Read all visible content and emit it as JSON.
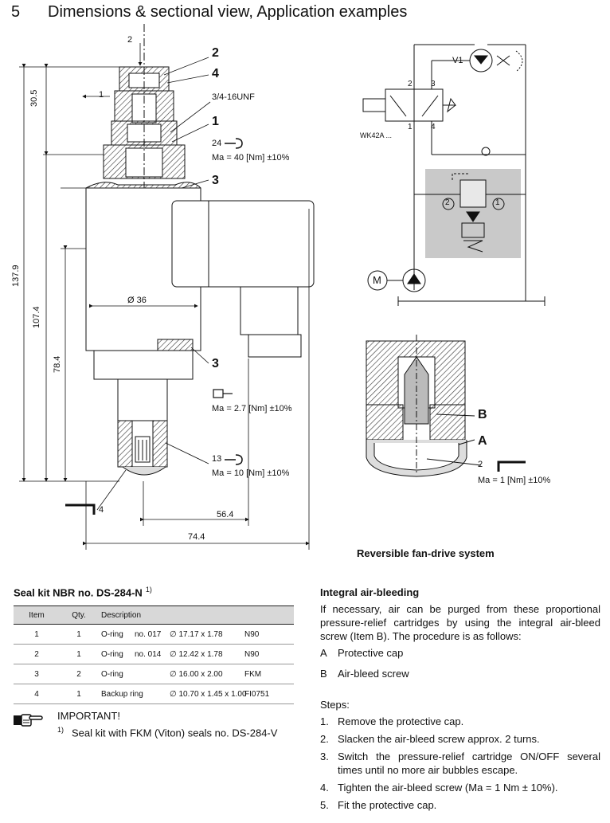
{
  "header": {
    "section_number": "5",
    "title": "Dimensions & sectional view, Application examples"
  },
  "drawing": {
    "port_top": "2",
    "port_side": "1",
    "item2": "2",
    "item4": "4",
    "thread": "3/4-16UNF",
    "item1": "1",
    "wrench_top": "24",
    "torque_top": "Ma = 40 [Nm] ±10%",
    "item3_top": "3",
    "dia": "Ø 36",
    "item3_bottom": "3",
    "torque_mid": "Ma = 2.7 [Nm] ±10%",
    "wrench_bottom": "13",
    "torque_bottom": "Ma = 10 [Nm] ±10%",
    "hex_key": "4",
    "dim_30_5": "30.5",
    "dim_137_9": "137.9",
    "dim_107_4": "107.4",
    "dim_78_4": "78.4",
    "dim_56_4": "56.4",
    "dim_74_4": "74.4"
  },
  "schematic": {
    "valve": "V1",
    "p2": "2",
    "p3": "3",
    "p1": "1",
    "p4": "4",
    "ref": "WK42A ...",
    "circ2": "2",
    "circ1": "1",
    "motor": "M"
  },
  "detail": {
    "labelB": "B",
    "labelA": "A",
    "item2": "2",
    "torque": "Ma = 1 [Nm] ±10%"
  },
  "caption": "Reversible fan-drive system",
  "seal_kit": {
    "title": "Seal kit NBR no. DS-284-N",
    "footnote_mark": "1)",
    "headers": [
      "Item",
      "Qty.",
      "Description"
    ],
    "rows": [
      {
        "item": "1",
        "qty": "1",
        "desc": "O-ring",
        "no": "no. 017",
        "size": "∅ 17.17 x 1.78",
        "mat": "N90"
      },
      {
        "item": "2",
        "qty": "1",
        "desc": "O-ring",
        "no": "no. 014",
        "size": "∅ 12.42 x 1.78",
        "mat": "N90"
      },
      {
        "item": "3",
        "qty": "2",
        "desc": "O-ring",
        "no": "",
        "size": "∅ 16.00 x 2.00",
        "mat": "FKM"
      },
      {
        "item": "4",
        "qty": "1",
        "desc": "Backup ring",
        "no": "",
        "size": "∅ 10.70 x 1.45 x 1.00",
        "mat": "FI0751"
      }
    ]
  },
  "important": {
    "title": "IMPORTANT!",
    "note_mark": "1)",
    "note": "Seal kit with FKM (Viton) seals no. DS-284-V"
  },
  "air_bleeding": {
    "title": "Integral air-bleeding",
    "paragraph": "If necessary, air can be purged from these proportional pressure-relief cartridges by using the integral air-bleed screw (Item B). The procedure is as follows:",
    "options": [
      {
        "key": "A",
        "text": "Protective cap"
      },
      {
        "key": "B",
        "text": "Air-bleed screw"
      }
    ],
    "steps_title": "Steps:",
    "steps": [
      {
        "n": "1.",
        "text": "Remove the protective cap."
      },
      {
        "n": "2.",
        "text": "Slacken the air-bleed screw approx. 2 turns."
      },
      {
        "n": "3.",
        "text": "Switch the pressure-relief cartridge ON/OFF several times until no more air bubbles escape."
      },
      {
        "n": "4.",
        "text": "Tighten the air-bleed screw (Ma = 1 Nm ± 10%)."
      },
      {
        "n": "5.",
        "text": "Fit the protective cap."
      }
    ]
  }
}
